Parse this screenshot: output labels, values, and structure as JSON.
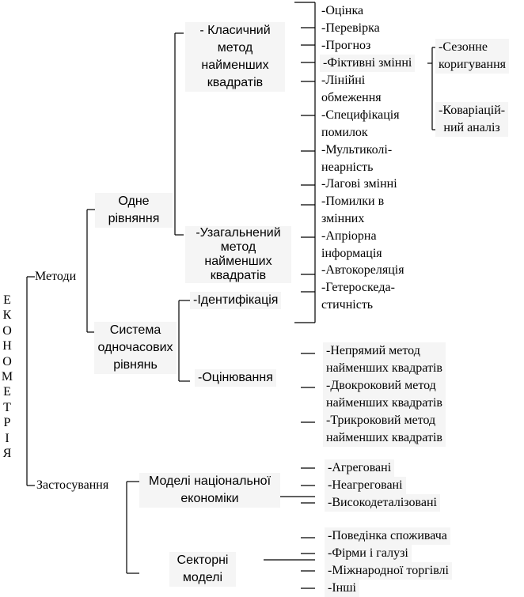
{
  "root_title": [
    "Е",
    "К",
    "О",
    "Н",
    "О",
    "М",
    "Е",
    "Т",
    "Р",
    "І",
    "Я"
  ],
  "methods": {
    "label": "Методи",
    "single_equation": {
      "label": "Одне\nрівняння",
      "classical_ols": "- Класичний\nметод\nнайменших\nквадратів",
      "generalized_ls": "-Узагальнений\nметод\nнайменших\nквадратів"
    },
    "simultaneous_system": {
      "label": "Система\nодночасових\nрівнянь",
      "identification": "-Ідентифікація",
      "estimation": "-Оцінювання"
    },
    "topics": [
      "-Оцінка",
      "-Перевірка",
      "-Прогноз",
      "-Фіктивні змінні",
      "-Лінійні\n обмеження",
      "-Специфікація\n помилок",
      "-Мультиколі-\n неарність",
      "-Лагові  змінні",
      "-Помилки в\n змінних",
      "-Апріорна\n інформація",
      "-Автокореляція",
      "-Гетероскеда-\n стичність"
    ],
    "dummy_sub": [
      "-Сезонне\nкоригування",
      "-Коваріацій-\nний аналіз"
    ],
    "estimation_methods": [
      "-Непрямий метод\n  найменших квадратів",
      "-Двокроковий метод\nнайменших квадратів",
      "-Трикроковий метод\nнайменших квадратів"
    ]
  },
  "applications": {
    "label": "Застосування",
    "national": {
      "label": "Моделі національної\nекономіки",
      "items": [
        "-Агреговані",
        "-Неагреговані",
        "-Високодеталізовані"
      ]
    },
    "sectoral": {
      "label": "Секторні\nмоделі",
      "items": [
        "-Поведінка споживача",
        "-Фірми і галузі",
        "-Міжнародної торгівлі",
        "-Інші"
      ]
    }
  }
}
